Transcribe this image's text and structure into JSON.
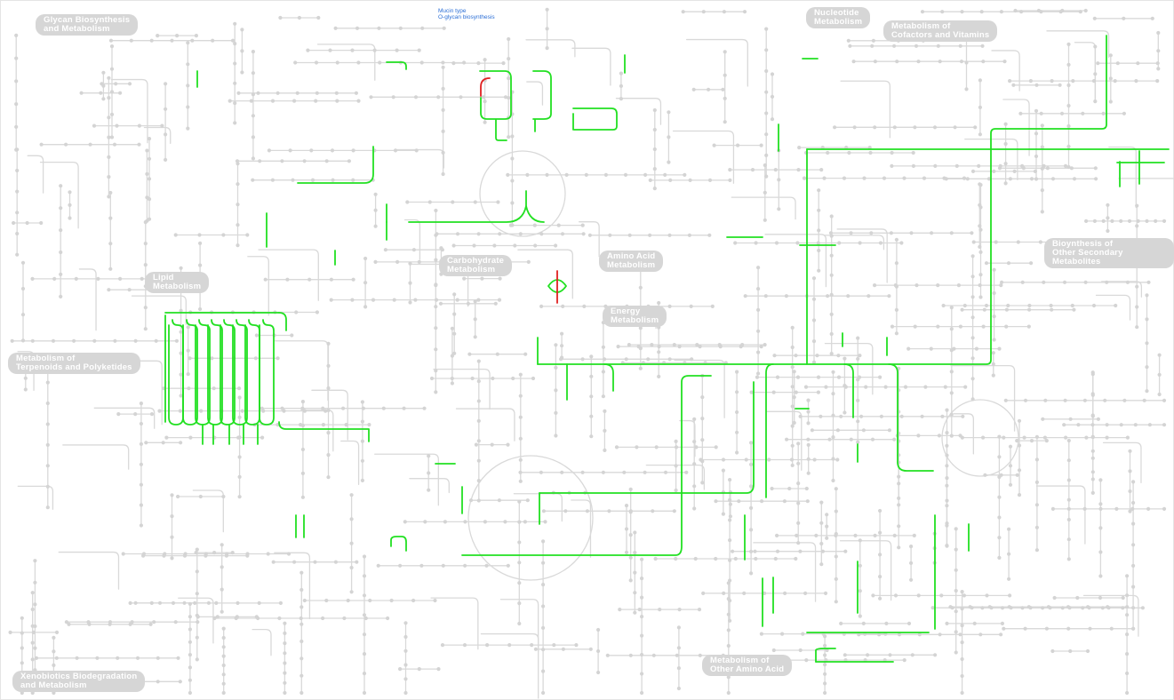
{
  "diagram": {
    "highlight_labels": {
      "line1": "Mucin type",
      "line2": "O-glycan biosynthesis"
    },
    "categories": [
      {
        "key": "glycan",
        "line1": "Glycan Biosynthesis",
        "line2": "and Metabolism"
      },
      {
        "key": "nucleotide",
        "line1": "Nucleotide",
        "line2": "Metabolism"
      },
      {
        "key": "cofactors",
        "line1": "Metabolism of",
        "line2": "Cofactors and Vitamins"
      },
      {
        "key": "carbohydrate",
        "line1": "Carbohydrate",
        "line2": "Metabolism"
      },
      {
        "key": "aminoacid",
        "line1": "Amino Acid",
        "line2": "Metabolism"
      },
      {
        "key": "lipid",
        "line1": "Lipid",
        "line2": "Metabolism"
      },
      {
        "key": "energy",
        "line1": "Energy",
        "line2": "Metabolism"
      },
      {
        "key": "secondary",
        "line1": "Bioynthesis of",
        "line2": "Other Secondary Metabolites"
      },
      {
        "key": "terpenoids",
        "line1": "Metabolism of",
        "line2": "Terpenoids and Polyketides"
      },
      {
        "key": "xenobiotics",
        "line1": "Xenobiotics Biodegradation",
        "line2": "and Metabolism"
      },
      {
        "key": "otheramino",
        "line1": "Metabolism of",
        "line2": "Other Amino Acid"
      }
    ],
    "colors": {
      "network": "#d9d9d9",
      "highlight": "#22e022",
      "alert": "#e02020",
      "label_blue": "#2c6fd6",
      "category_bg": "#d6d6d6"
    }
  }
}
